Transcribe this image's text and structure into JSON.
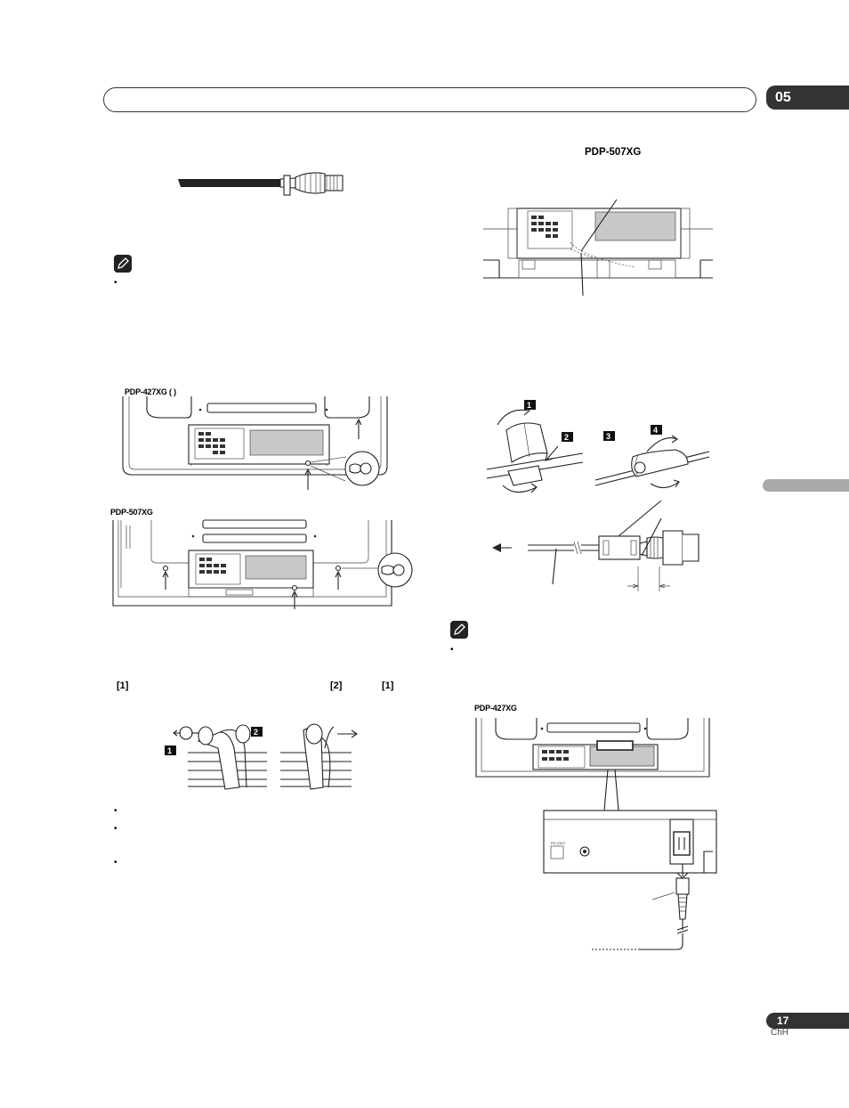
{
  "header": {
    "chapter": "05"
  },
  "footer": {
    "page": "17",
    "lang": "ChH"
  },
  "models": {
    "top_right": "PDP-507XG",
    "left_upper": "PDP-427XG (     )",
    "left_lower": "PDP-507XG",
    "right_lower": "PDP-427XG"
  },
  "steps": {
    "s1": "[1]",
    "s2": "[2]",
    "s3": "[1]"
  },
  "badges": {
    "b1": "1",
    "b2": "2",
    "b3": "3",
    "b4": "4"
  },
  "bullet_glyph": "•"
}
